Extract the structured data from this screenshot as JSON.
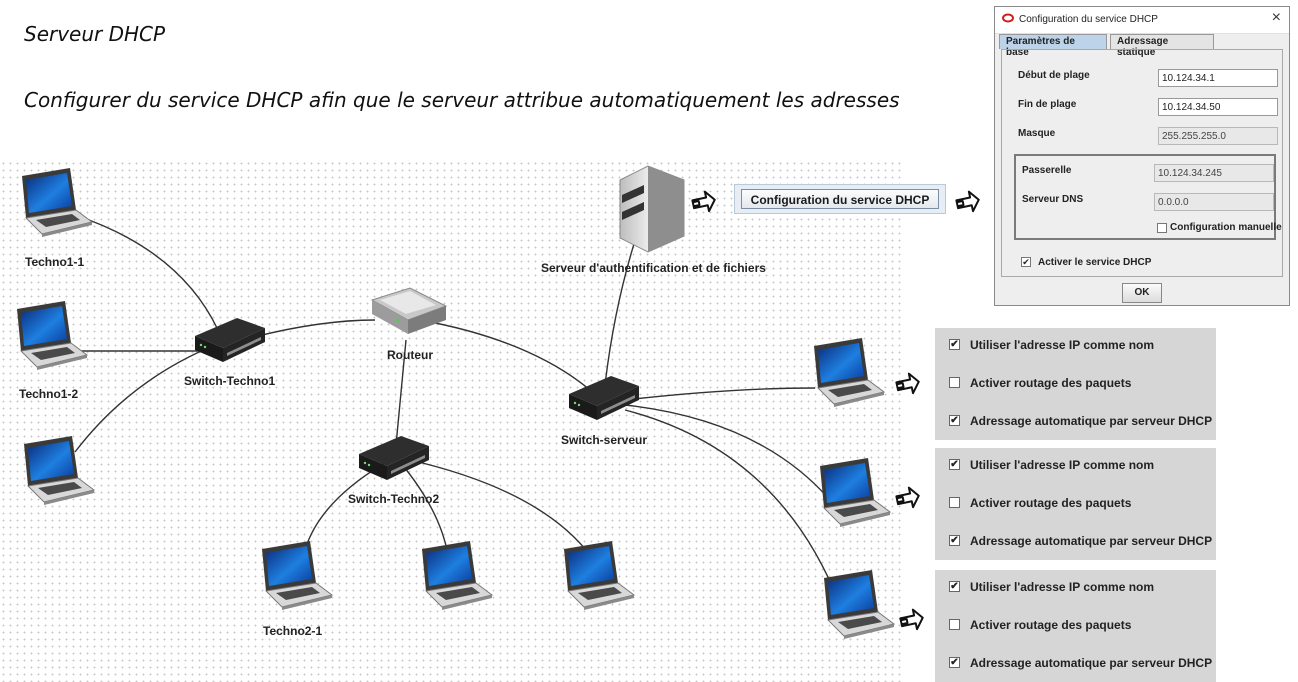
{
  "title": "Serveur DHCP",
  "subtitle": "Configurer du service DHCP afin que le serveur attribue automatiquement les adresses",
  "nodes": {
    "server": "Serveur d'authentification et de fichiers",
    "router": "Routeur",
    "switch_techno1": "Switch-Techno1",
    "switch_techno2": "Switch-Techno2",
    "switch_serveur": "Switch-serveur",
    "pc_techno1_1": "Techno1-1",
    "pc_techno1_2": "Techno1-2",
    "pc_techno2_1": "Techno2-1"
  },
  "config_button": {
    "label": "Configuration du service DHCP"
  },
  "dialog": {
    "title": "Configuration du service DHCP",
    "tabs": [
      "Paramètres de base",
      "Adressage statique"
    ],
    "active_tab": "Paramètres de base",
    "fields": {
      "range_start_label": "Début de plage",
      "range_start": "10.124.34.1",
      "range_end_label": "Fin de plage",
      "range_end": "10.124.34.50",
      "mask_label": "Masque",
      "mask": "255.255.255.0",
      "gateway_label": "Passerelle",
      "gateway": "10.124.34.245",
      "dns_label": "Serveur DNS",
      "dns": "0.0.0.0"
    },
    "manual_config_label": "Configuration manuelle",
    "manual_config_checked": false,
    "activate_label": "Activer le service DHCP",
    "activate_checked": true,
    "ok_label": "OK"
  },
  "option_panels": [
    {
      "opt1": "Utiliser l'adresse IP comme nom",
      "opt1_checked": true,
      "opt2": "Activer routage des paquets",
      "opt2_checked": false,
      "opt3": "Adressage automatique par serveur DHCP",
      "opt3_checked": true
    },
    {
      "opt1": "Utiliser l'adresse IP comme nom",
      "opt1_checked": true,
      "opt2": "Activer routage des paquets",
      "opt2_checked": false,
      "opt3": "Adressage automatique par serveur DHCP",
      "opt3_checked": true
    },
    {
      "opt1": "Utiliser l'adresse IP comme nom",
      "opt1_checked": true,
      "opt2": "Activer routage des paquets",
      "opt2_checked": false,
      "opt3": "Adressage automatique par serveur DHCP",
      "opt3_checked": true
    }
  ],
  "check_mark": "✔"
}
